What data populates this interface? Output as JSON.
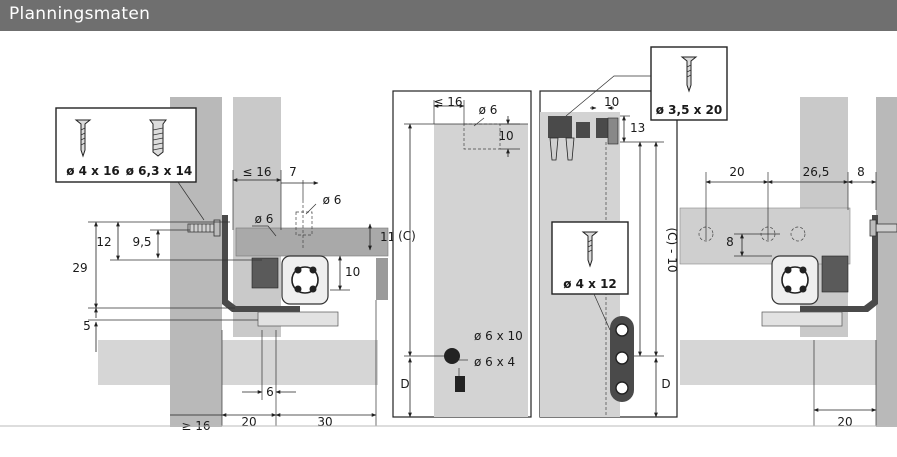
{
  "header": {
    "title": "Planningsmaten"
  },
  "colors": {
    "header_bg": "#6f6f6f",
    "panel_gray": "#b9b9b9",
    "panel_light": "#d6d6d6",
    "runner_dark": "#4a4a4a"
  },
  "screws": {
    "left_a": "ø 4 x 16",
    "left_b": "ø 6,3 x 14",
    "top_right": "ø 3,5 x 20",
    "middle": "ø 4 x 12"
  },
  "dims_left": {
    "d_le16_top": "≤ 16",
    "d_7": "7",
    "d_phi6_a": "ø 6",
    "d_phi6_b": "ø 6",
    "d_11": "11",
    "d_10": "10",
    "d_12": "12",
    "d_9_5": "9,5",
    "d_29": "29",
    "d_5": "5",
    "d_6": "6",
    "d_ge16": "≥ 16",
    "d_20": "20",
    "d_30": "30"
  },
  "dims_center": {
    "d_le16": "≤ 16",
    "d_phi6": "ø 6",
    "d_10": "10",
    "d_C": "(C)",
    "d_D": "D",
    "d_phi6x10": "ø 6 x 10",
    "d_phi6x4": "ø 6 x 4"
  },
  "dims_right_panel": {
    "d_10": "10",
    "d_13": "13",
    "d_C_minus_10": "(C) - 10",
    "d_D": "D"
  },
  "dims_right": {
    "d_20_top": "20",
    "d_26_5": "26,5",
    "d_8_top": "8",
    "d_8": "8",
    "d_20_bottom": "20"
  }
}
